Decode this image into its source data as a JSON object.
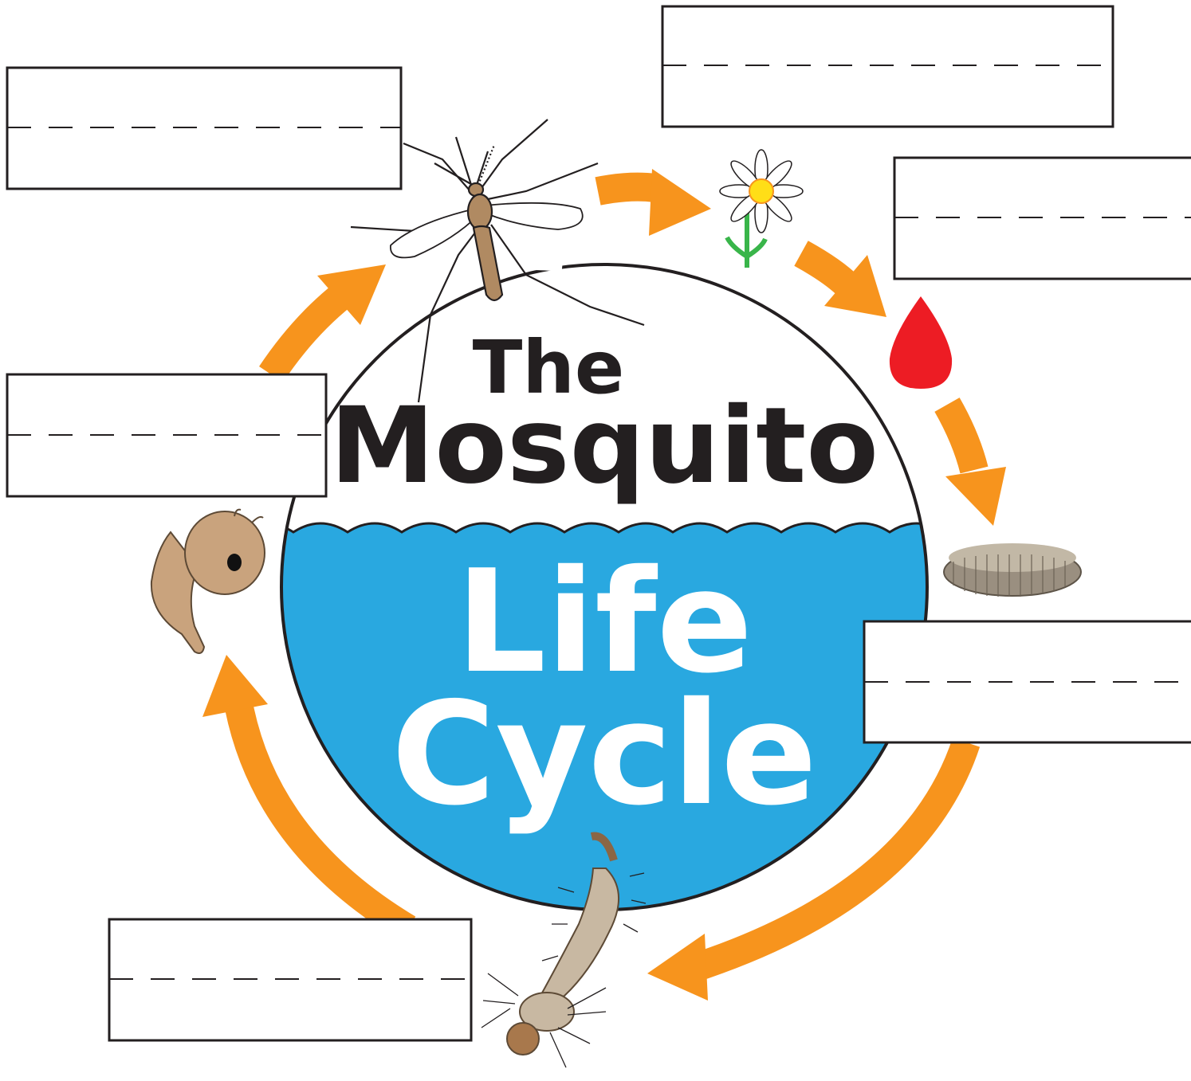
{
  "title": {
    "line1": "The",
    "line2": "Mosquito",
    "line3": "Life",
    "line4": "Cycle"
  },
  "colors": {
    "water": "#29a8e0",
    "arrow": "#f7941d",
    "outline": "#231f20",
    "blood": "#ed1c24",
    "petal": "#ffffff",
    "flower_center": "#ffde17",
    "stem": "#39b54a",
    "insect_body": "#b08a62",
    "title_dark": "#231f20",
    "title_light": "#ffffff"
  },
  "label_boxes": [
    {
      "id": "adult",
      "value": ""
    },
    {
      "id": "nectar",
      "value": ""
    },
    {
      "id": "blood-meal",
      "value": ""
    },
    {
      "id": "pupa",
      "value": ""
    },
    {
      "id": "eggs",
      "value": ""
    },
    {
      "id": "larva",
      "value": ""
    }
  ],
  "icons": {
    "adult": "adult-mosquito-icon",
    "flower": "flower-icon",
    "blood": "blood-drop-icon",
    "eggs": "egg-raft-icon",
    "larva": "larva-icon",
    "pupa": "pupa-icon"
  }
}
